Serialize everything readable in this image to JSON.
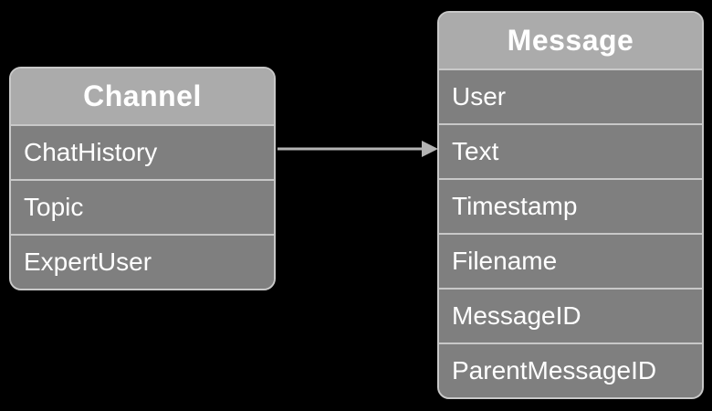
{
  "diagram": {
    "background_color": "#000000",
    "colors": {
      "header_fill": "#ababab",
      "row_fill": "#7f7f7f",
      "border": "#c8c8c8",
      "text": "#ffffff",
      "arrow": "#b3b3b3"
    },
    "entities": [
      {
        "name": "Channel",
        "fields": [
          "ChatHistory",
          "Topic",
          "ExpertUser"
        ]
      },
      {
        "name": "Message",
        "fields": [
          "User",
          "Text",
          "Timestamp",
          "Filename",
          "MessageID",
          "ParentMessageID"
        ]
      }
    ],
    "connections": [
      {
        "from": "Channel",
        "to": "Message",
        "type": "arrow"
      }
    ]
  }
}
